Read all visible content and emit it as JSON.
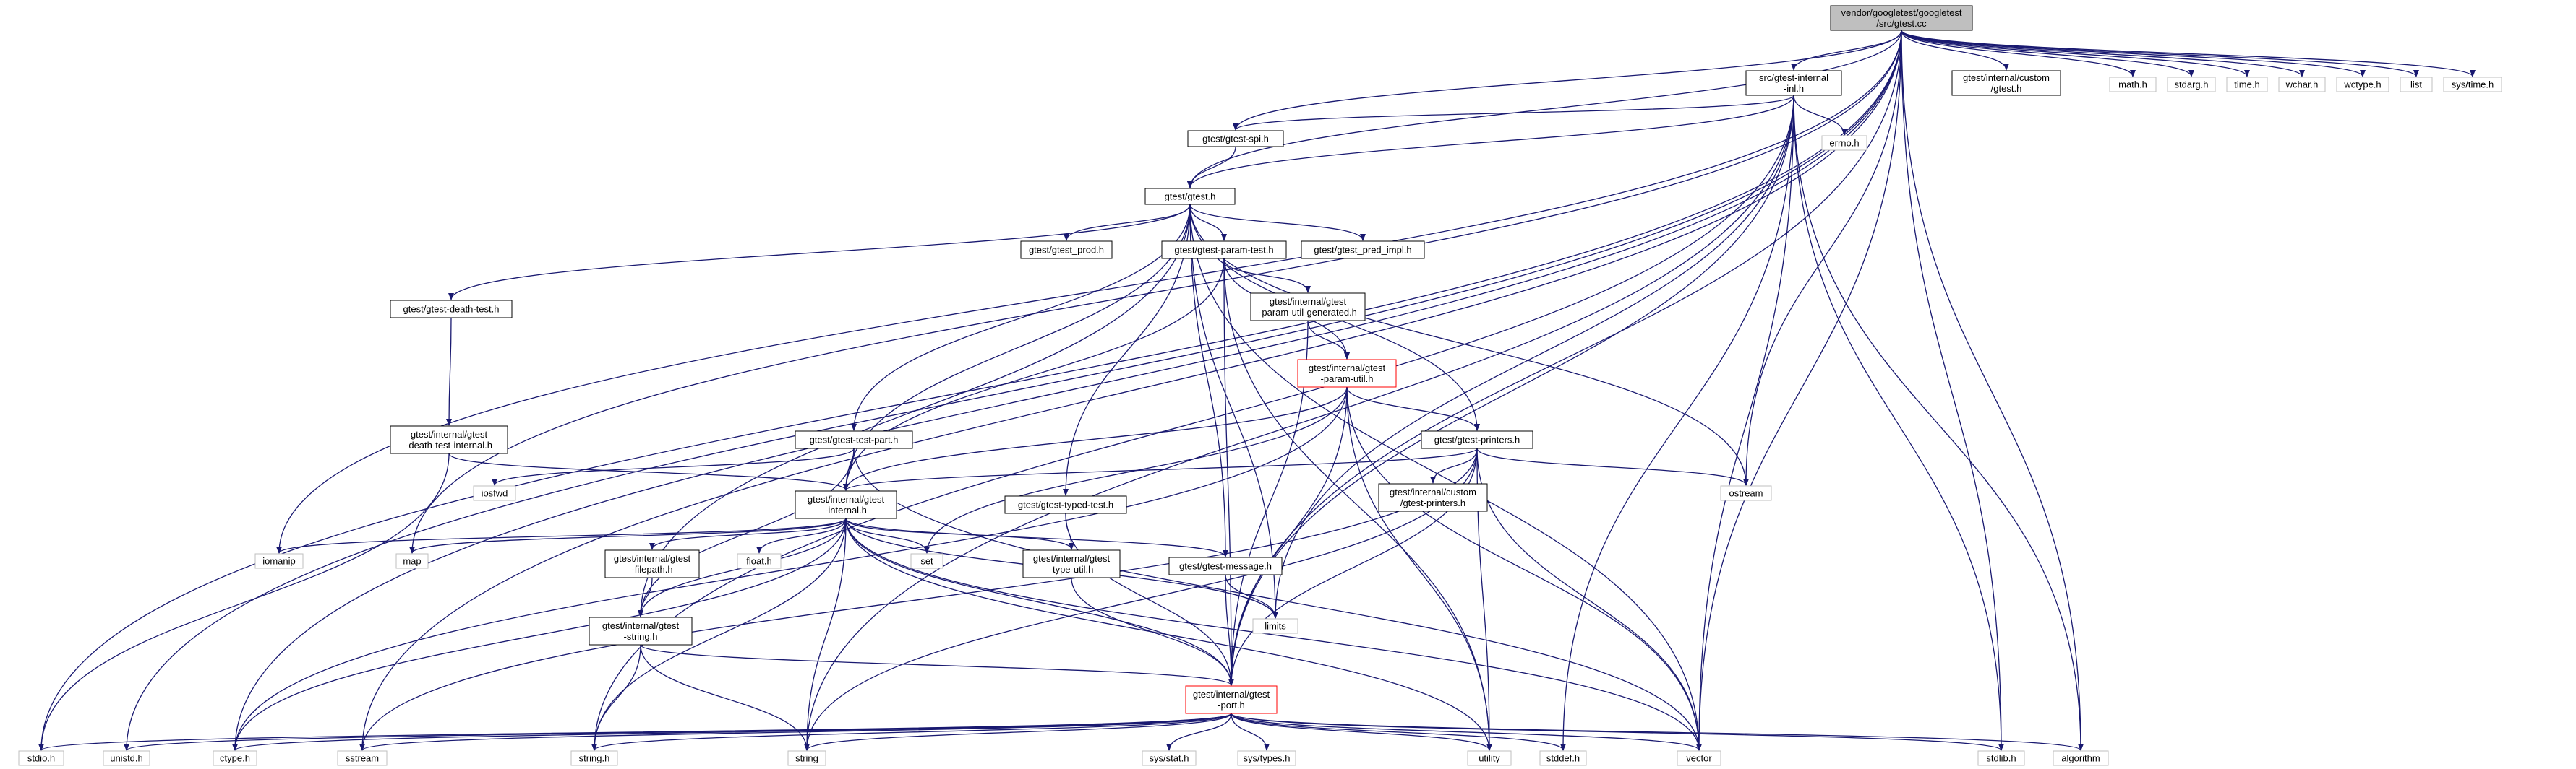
{
  "colors": {
    "edge": "#191970",
    "border_default": "#000000",
    "border_muted": "#bfbfbf",
    "border_red": "#ff0000",
    "fill_root": "#bfbfbf",
    "fill_default": "#ffffff"
  },
  "nodes": [
    {
      "id": "root",
      "lines": [
        "vendor/googletest/googletest",
        "/src/gtest.cc"
      ],
      "style": "root"
    },
    {
      "id": "internal_inl",
      "lines": [
        "src/gtest-internal",
        "-inl.h"
      ],
      "style": "normal"
    },
    {
      "id": "custom_gtest",
      "lines": [
        "gtest/internal/custom",
        "/gtest.h"
      ],
      "style": "normal"
    },
    {
      "id": "math",
      "lines": [
        "math.h"
      ],
      "style": "muted"
    },
    {
      "id": "stdarg",
      "lines": [
        "stdarg.h"
      ],
      "style": "muted"
    },
    {
      "id": "time",
      "lines": [
        "time.h"
      ],
      "style": "muted"
    },
    {
      "id": "wchar",
      "lines": [
        "wchar.h"
      ],
      "style": "muted"
    },
    {
      "id": "wctype",
      "lines": [
        "wctype.h"
      ],
      "style": "muted"
    },
    {
      "id": "list",
      "lines": [
        "list"
      ],
      "style": "muted"
    },
    {
      "id": "systime",
      "lines": [
        "sys/time.h"
      ],
      "style": "muted"
    },
    {
      "id": "errno",
      "lines": [
        "errno.h"
      ],
      "style": "muted"
    },
    {
      "id": "spi",
      "lines": [
        "gtest/gtest-spi.h"
      ],
      "style": "normal"
    },
    {
      "id": "gtesth",
      "lines": [
        "gtest/gtest.h"
      ],
      "style": "normal"
    },
    {
      "id": "prod",
      "lines": [
        "gtest/gtest_prod.h"
      ],
      "style": "normal"
    },
    {
      "id": "paramtest",
      "lines": [
        "gtest/gtest-param-test.h"
      ],
      "style": "normal"
    },
    {
      "id": "predimpl",
      "lines": [
        "gtest/gtest_pred_impl.h"
      ],
      "style": "normal"
    },
    {
      "id": "deathtest",
      "lines": [
        "gtest/gtest-death-test.h"
      ],
      "style": "normal"
    },
    {
      "id": "paramgen",
      "lines": [
        "gtest/internal/gtest",
        "-param-util-generated.h"
      ],
      "style": "normal"
    },
    {
      "id": "paramutil",
      "lines": [
        "gtest/internal/gtest",
        "-param-util.h"
      ],
      "style": "red"
    },
    {
      "id": "deathinternal",
      "lines": [
        "gtest/internal/gtest",
        "-death-test-internal.h"
      ],
      "style": "normal"
    },
    {
      "id": "testpart",
      "lines": [
        "gtest/gtest-test-part.h"
      ],
      "style": "normal"
    },
    {
      "id": "printers",
      "lines": [
        "gtest/gtest-printers.h"
      ],
      "style": "normal"
    },
    {
      "id": "iosfwd",
      "lines": [
        "iosfwd"
      ],
      "style": "muted"
    },
    {
      "id": "custprinters",
      "lines": [
        "gtest/internal/custom",
        "/gtest-printers.h"
      ],
      "style": "normal"
    },
    {
      "id": "ostream",
      "lines": [
        "ostream"
      ],
      "style": "muted"
    },
    {
      "id": "ginternal",
      "lines": [
        "gtest/internal/gtest",
        "-internal.h"
      ],
      "style": "normal"
    },
    {
      "id": "typedtest",
      "lines": [
        "gtest/gtest-typed-test.h"
      ],
      "style": "normal"
    },
    {
      "id": "iomanip",
      "lines": [
        "iomanip"
      ],
      "style": "muted"
    },
    {
      "id": "map",
      "lines": [
        "map"
      ],
      "style": "muted"
    },
    {
      "id": "filepath",
      "lines": [
        "gtest/internal/gtest",
        "-filepath.h"
      ],
      "style": "normal"
    },
    {
      "id": "floath",
      "lines": [
        "float.h"
      ],
      "style": "muted"
    },
    {
      "id": "set",
      "lines": [
        "set"
      ],
      "style": "muted"
    },
    {
      "id": "typeutil",
      "lines": [
        "gtest/internal/gtest",
        "-type-util.h"
      ],
      "style": "normal"
    },
    {
      "id": "message",
      "lines": [
        "gtest/gtest-message.h"
      ],
      "style": "normal"
    },
    {
      "id": "gstring",
      "lines": [
        "gtest/internal/gtest",
        "-string.h"
      ],
      "style": "normal"
    },
    {
      "id": "limits",
      "lines": [
        "limits"
      ],
      "style": "muted"
    },
    {
      "id": "port",
      "lines": [
        "gtest/internal/gtest",
        "-port.h"
      ],
      "style": "red"
    },
    {
      "id": "stdio",
      "lines": [
        "stdio.h"
      ],
      "style": "muted"
    },
    {
      "id": "unistd",
      "lines": [
        "unistd.h"
      ],
      "style": "muted"
    },
    {
      "id": "ctype",
      "lines": [
        "ctype.h"
      ],
      "style": "muted"
    },
    {
      "id": "sstream",
      "lines": [
        "sstream"
      ],
      "style": "muted"
    },
    {
      "id": "stringh",
      "lines": [
        "string.h"
      ],
      "style": "muted"
    },
    {
      "id": "string",
      "lines": [
        "string"
      ],
      "style": "muted"
    },
    {
      "id": "sysstat",
      "lines": [
        "sys/stat.h"
      ],
      "style": "muted"
    },
    {
      "id": "systypes",
      "lines": [
        "sys/types.h"
      ],
      "style": "muted"
    },
    {
      "id": "utility",
      "lines": [
        "utility"
      ],
      "style": "muted"
    },
    {
      "id": "stddef",
      "lines": [
        "stddef.h"
      ],
      "style": "muted"
    },
    {
      "id": "vector",
      "lines": [
        "vector"
      ],
      "style": "muted"
    },
    {
      "id": "stdlib",
      "lines": [
        "stdlib.h"
      ],
      "style": "muted"
    },
    {
      "id": "algorithm",
      "lines": [
        "algorithm"
      ],
      "style": "muted"
    }
  ],
  "edges": [
    [
      "root",
      "internal_inl"
    ],
    [
      "root",
      "custom_gtest"
    ],
    [
      "root",
      "math"
    ],
    [
      "root",
      "stdarg"
    ],
    [
      "root",
      "time"
    ],
    [
      "root",
      "wchar"
    ],
    [
      "root",
      "wctype"
    ],
    [
      "root",
      "list"
    ],
    [
      "root",
      "systime"
    ],
    [
      "root",
      "spi"
    ],
    [
      "root",
      "gtesth"
    ],
    [
      "root",
      "ostream"
    ],
    [
      "root",
      "stdio"
    ],
    [
      "root",
      "unistd"
    ],
    [
      "root",
      "ctype"
    ],
    [
      "root",
      "sstream"
    ],
    [
      "root",
      "iomanip"
    ],
    [
      "root",
      "map"
    ],
    [
      "root",
      "vector"
    ],
    [
      "root",
      "stdlib"
    ],
    [
      "root",
      "algorithm"
    ],
    [
      "root",
      "port"
    ],
    [
      "internal_inl",
      "errno"
    ],
    [
      "internal_inl",
      "spi"
    ],
    [
      "internal_inl",
      "gtesth"
    ],
    [
      "internal_inl",
      "port"
    ],
    [
      "internal_inl",
      "stddef"
    ],
    [
      "internal_inl",
      "vector"
    ],
    [
      "internal_inl",
      "stdlib"
    ],
    [
      "internal_inl",
      "algorithm"
    ],
    [
      "internal_inl",
      "string"
    ],
    [
      "internal_inl",
      "stringh"
    ],
    [
      "internal_inl",
      "limits"
    ],
    [
      "spi",
      "gtesth"
    ],
    [
      "gtesth",
      "prod"
    ],
    [
      "gtesth",
      "paramtest"
    ],
    [
      "gtesth",
      "predimpl"
    ],
    [
      "gtesth",
      "deathtest"
    ],
    [
      "gtesth",
      "testpart"
    ],
    [
      "gtesth",
      "printers"
    ],
    [
      "gtesth",
      "typedtest"
    ],
    [
      "gtesth",
      "message"
    ],
    [
      "gtesth",
      "ginternal"
    ],
    [
      "gtesth",
      "gstring"
    ],
    [
      "gtesth",
      "ostream"
    ],
    [
      "gtesth",
      "vector"
    ],
    [
      "gtesth",
      "limits"
    ],
    [
      "paramtest",
      "paramgen"
    ],
    [
      "paramtest",
      "paramutil"
    ],
    [
      "paramtest",
      "ginternal"
    ],
    [
      "paramtest",
      "port"
    ],
    [
      "paramtest",
      "utility"
    ],
    [
      "paramgen",
      "paramutil"
    ],
    [
      "paramgen",
      "port"
    ],
    [
      "paramutil",
      "printers"
    ],
    [
      "paramutil",
      "ginternal"
    ],
    [
      "paramutil",
      "port"
    ],
    [
      "paramutil",
      "ctype"
    ],
    [
      "paramutil",
      "set"
    ],
    [
      "paramutil",
      "utility"
    ],
    [
      "paramutil",
      "vector"
    ],
    [
      "deathtest",
      "deathinternal"
    ],
    [
      "deathinternal",
      "ginternal"
    ],
    [
      "deathinternal",
      "stdio"
    ],
    [
      "testpart",
      "iosfwd"
    ],
    [
      "testpart",
      "ginternal"
    ],
    [
      "testpart",
      "gstring"
    ],
    [
      "testpart",
      "vector"
    ],
    [
      "printers",
      "ostream"
    ],
    [
      "printers",
      "custprinters"
    ],
    [
      "printers",
      "ginternal"
    ],
    [
      "printers",
      "port"
    ],
    [
      "printers",
      "sstream"
    ],
    [
      "printers",
      "string"
    ],
    [
      "printers",
      "utility"
    ],
    [
      "printers",
      "vector"
    ],
    [
      "ginternal",
      "iomanip"
    ],
    [
      "ginternal",
      "map"
    ],
    [
      "ginternal",
      "filepath"
    ],
    [
      "ginternal",
      "floath"
    ],
    [
      "ginternal",
      "set"
    ],
    [
      "ginternal",
      "typeutil"
    ],
    [
      "ginternal",
      "message"
    ],
    [
      "ginternal",
      "gstring"
    ],
    [
      "ginternal",
      "limits"
    ],
    [
      "ginternal",
      "port"
    ],
    [
      "ginternal",
      "ctype"
    ],
    [
      "ginternal",
      "stringh"
    ],
    [
      "ginternal",
      "string"
    ],
    [
      "ginternal",
      "utility"
    ],
    [
      "ginternal",
      "vector"
    ],
    [
      "typedtest",
      "typeutil"
    ],
    [
      "typedtest",
      "port"
    ],
    [
      "filepath",
      "gstring"
    ],
    [
      "typeutil",
      "port"
    ],
    [
      "message",
      "limits"
    ],
    [
      "message",
      "port"
    ],
    [
      "gstring",
      "port"
    ],
    [
      "gstring",
      "stringh"
    ],
    [
      "gstring",
      "string"
    ],
    [
      "port",
      "stdio"
    ],
    [
      "port",
      "unistd"
    ],
    [
      "port",
      "ctype"
    ],
    [
      "port",
      "sstream"
    ],
    [
      "port",
      "stringh"
    ],
    [
      "port",
      "string"
    ],
    [
      "port",
      "sysstat"
    ],
    [
      "port",
      "systypes"
    ],
    [
      "port",
      "utility"
    ],
    [
      "port",
      "stddef"
    ],
    [
      "port",
      "vector"
    ],
    [
      "port",
      "stdlib"
    ],
    [
      "port",
      "algorithm"
    ]
  ]
}
